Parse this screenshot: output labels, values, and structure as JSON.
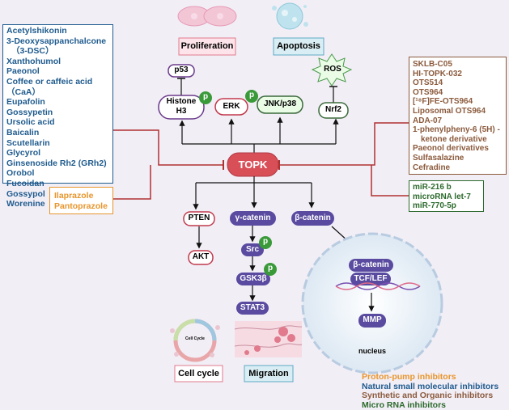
{
  "colors": {
    "natural": "#1f5b8e",
    "synthetic": "#8b5a3c",
    "ppi": "#e8952b",
    "mirna": "#2c6a2c",
    "topk": "#d94f58",
    "inhibit_line": "#b03030",
    "node_fill": "#5a4ba0",
    "node_text": "#ffffff",
    "p_badge": "#3a9a3a",
    "pink_fill": "#fde4ea",
    "pink_stroke": "#c0394b",
    "purple_stroke": "#6a3a8a",
    "green_stroke": "#3a6a3a"
  },
  "natural_inhibitors": [
    "Acetylshikonin",
    "3-Deoxysappanchalcone",
    "（3-DSC）",
    "Xanthohumol",
    "Paeonol",
    "Coffee or caffeic acid",
    "（CaA）",
    "Eupafolin",
    "Gossypetin",
    "Ursolic acid",
    "Baicalin",
    "Scutellarin",
    "Glycyrol",
    "Ginsenoside Rh2 (GRh2)",
    "Orobol",
    "Fucoidan",
    "Gossypol",
    "Worenine"
  ],
  "ppi_inhibitors": [
    "Ilaprazole",
    "Pantoprazole"
  ],
  "synthetic_inhibitors": [
    "SKLB-C05",
    "HI-TOPK-032",
    "OTS514",
    "OTS964",
    "[¹⁸F]FE-OTS964",
    "Liposomal OTS964",
    "ADA-07",
    "1-phenylpheny-6 (5H) -",
    "ketone derivative",
    "Paeonol derivatives",
    "Sulfasalazine",
    "Cefradine"
  ],
  "mirna_inhibitors": [
    "miR-216 b",
    "microRNA let-7",
    "miR-770-5p"
  ],
  "center": "TOPK",
  "outcomes": {
    "proliferation": "Proliferation",
    "apoptosis": "Apoptosis",
    "cell_cycle": "Cell cycle",
    "migration": "Migration"
  },
  "upstream_targets": {
    "p53": "p53",
    "histone_line1": "Histone",
    "histone_line2": "H3",
    "erk": "ERK",
    "jnk": "JNK/p38",
    "nrf2": "Nrf2",
    "ros": "ROS"
  },
  "phospho_badge": "p",
  "downstream": {
    "pten": "PTEN",
    "akt": "AKT",
    "gamma_catenin": "γ-catenin",
    "src": "Src",
    "gsk3b": "GSK3β",
    "stat3": "STAT3",
    "beta_catenin": "β-catenin"
  },
  "nucleus": {
    "beta_catenin": "β-catenin",
    "tcf_lef": "TCF/LEF",
    "mmp": "MMP",
    "label": "nucleus"
  },
  "cell_cycle_graphic": {
    "title": "Cell Cycle"
  },
  "legend": [
    {
      "text": "Proton-pump inhibitors",
      "color_key": "ppi"
    },
    {
      "text": "Natural small molecular inhibitors",
      "color_key": "natural"
    },
    {
      "text": "Synthetic and Organic inhibitors",
      "color_key": "synthetic"
    },
    {
      "text": "Micro RNA inhibitors",
      "color_key": "mirna"
    }
  ]
}
